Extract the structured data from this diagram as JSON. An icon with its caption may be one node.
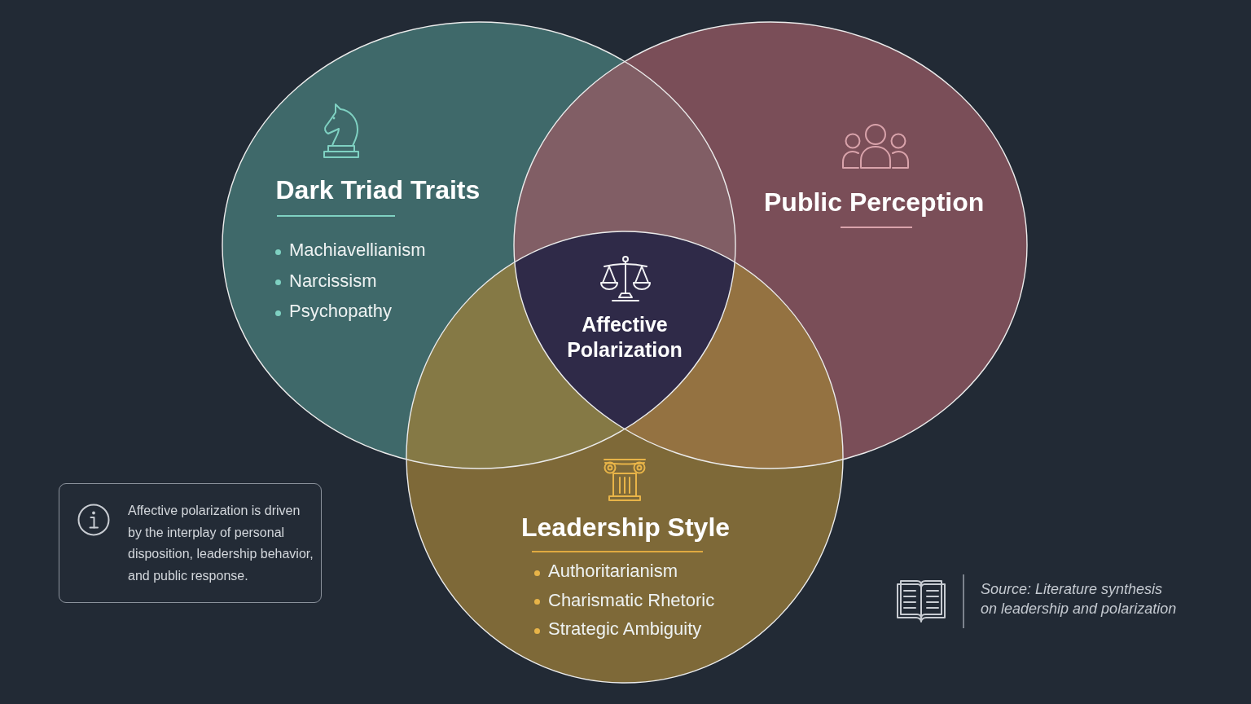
{
  "diagram": {
    "nodes": [
      {
        "text": [
          "Dark Triad Traits",
          "Machiavellianism",
          "Narcissism",
          "Psychopathy"
        ]
      },
      {
        "text": [
          "Public Perception"
        ]
      },
      {
        "text": [
          "Affective Polarization"
        ]
      },
      {
        "text": [
          "Leadership Style",
          "Authoritarianism",
          "Charismatic Rhetoric",
          "Strategic Ambiguity"
        ]
      },
      {
        "text": [
          "Affective polarization is driven by the interplay of personal disposition, leadership behavior, and public response."
        ]
      }
    ],
    "labels": [
      "Source: Literature synthesis on leadership and polarization"
    ]
  }
}
